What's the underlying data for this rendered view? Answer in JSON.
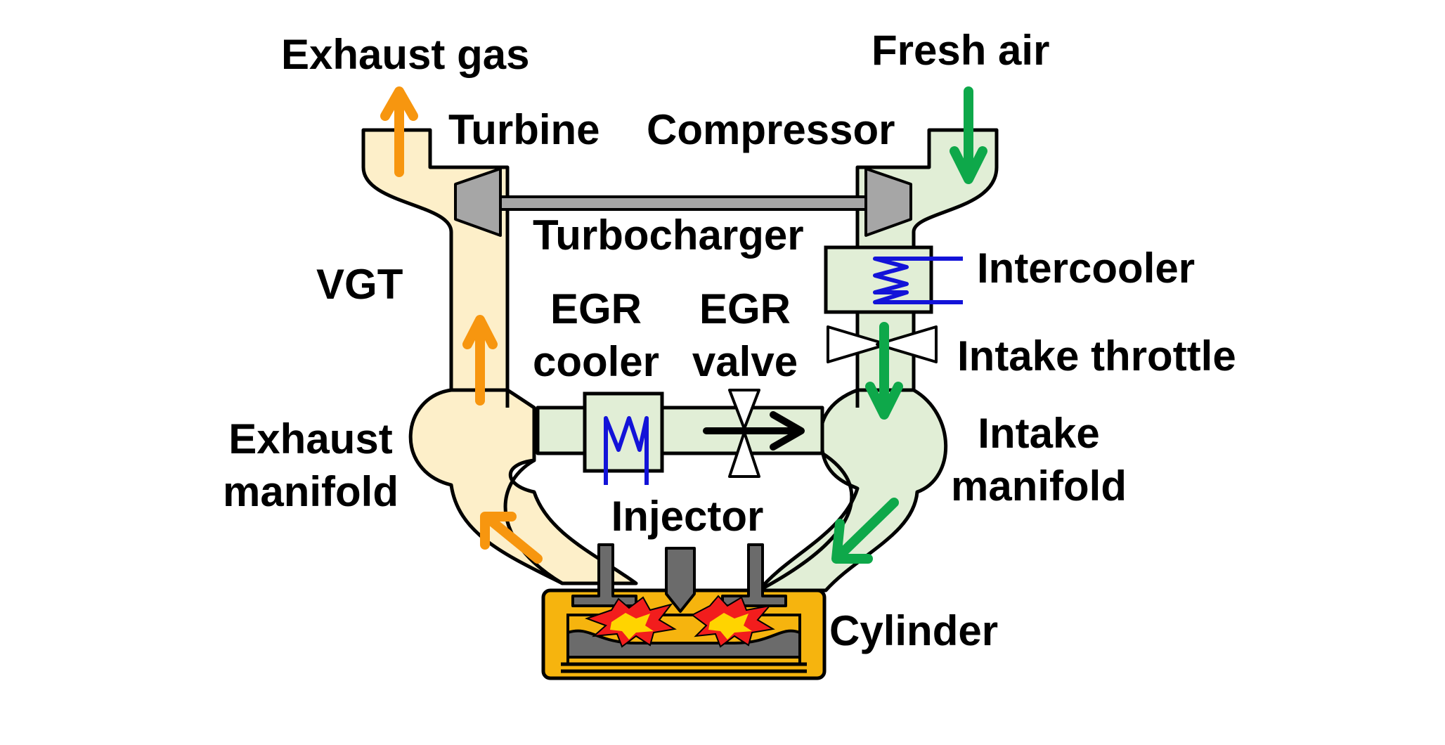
{
  "labels": {
    "exhaust_gas": "Exhaust gas",
    "fresh_air": "Fresh air",
    "turbine": "Turbine",
    "compressor": "Compressor",
    "turbocharger": "Turbocharger",
    "vgt": "VGT",
    "intercooler": "Intercooler",
    "egr_cooler_line1": "EGR",
    "egr_cooler_line2": "cooler",
    "egr_valve_line1": "EGR",
    "egr_valve_line2": "valve",
    "intake_throttle": "Intake throttle",
    "exhaust_manifold_line1": "Exhaust",
    "exhaust_manifold_line2": "manifold",
    "intake_manifold_line1": "Intake",
    "intake_manifold_line2": "manifold",
    "injector": "Injector",
    "cylinder": "Cylinder"
  },
  "colors": {
    "exhaust_fill": "#fdefc9",
    "exhaust_arrow": "#f7960f",
    "intake_fill": "#e1eed6",
    "intake_arrow": "#0ea84a",
    "cooler_coil": "#1313d8",
    "turbo_gray": "#a6a6a6",
    "cylinder_fill": "#f6b40e",
    "piston_gray": "#6b6b6b",
    "flame_red": "#f21d1d",
    "flame_yellow": "#ffd400",
    "outline": "#000000"
  }
}
